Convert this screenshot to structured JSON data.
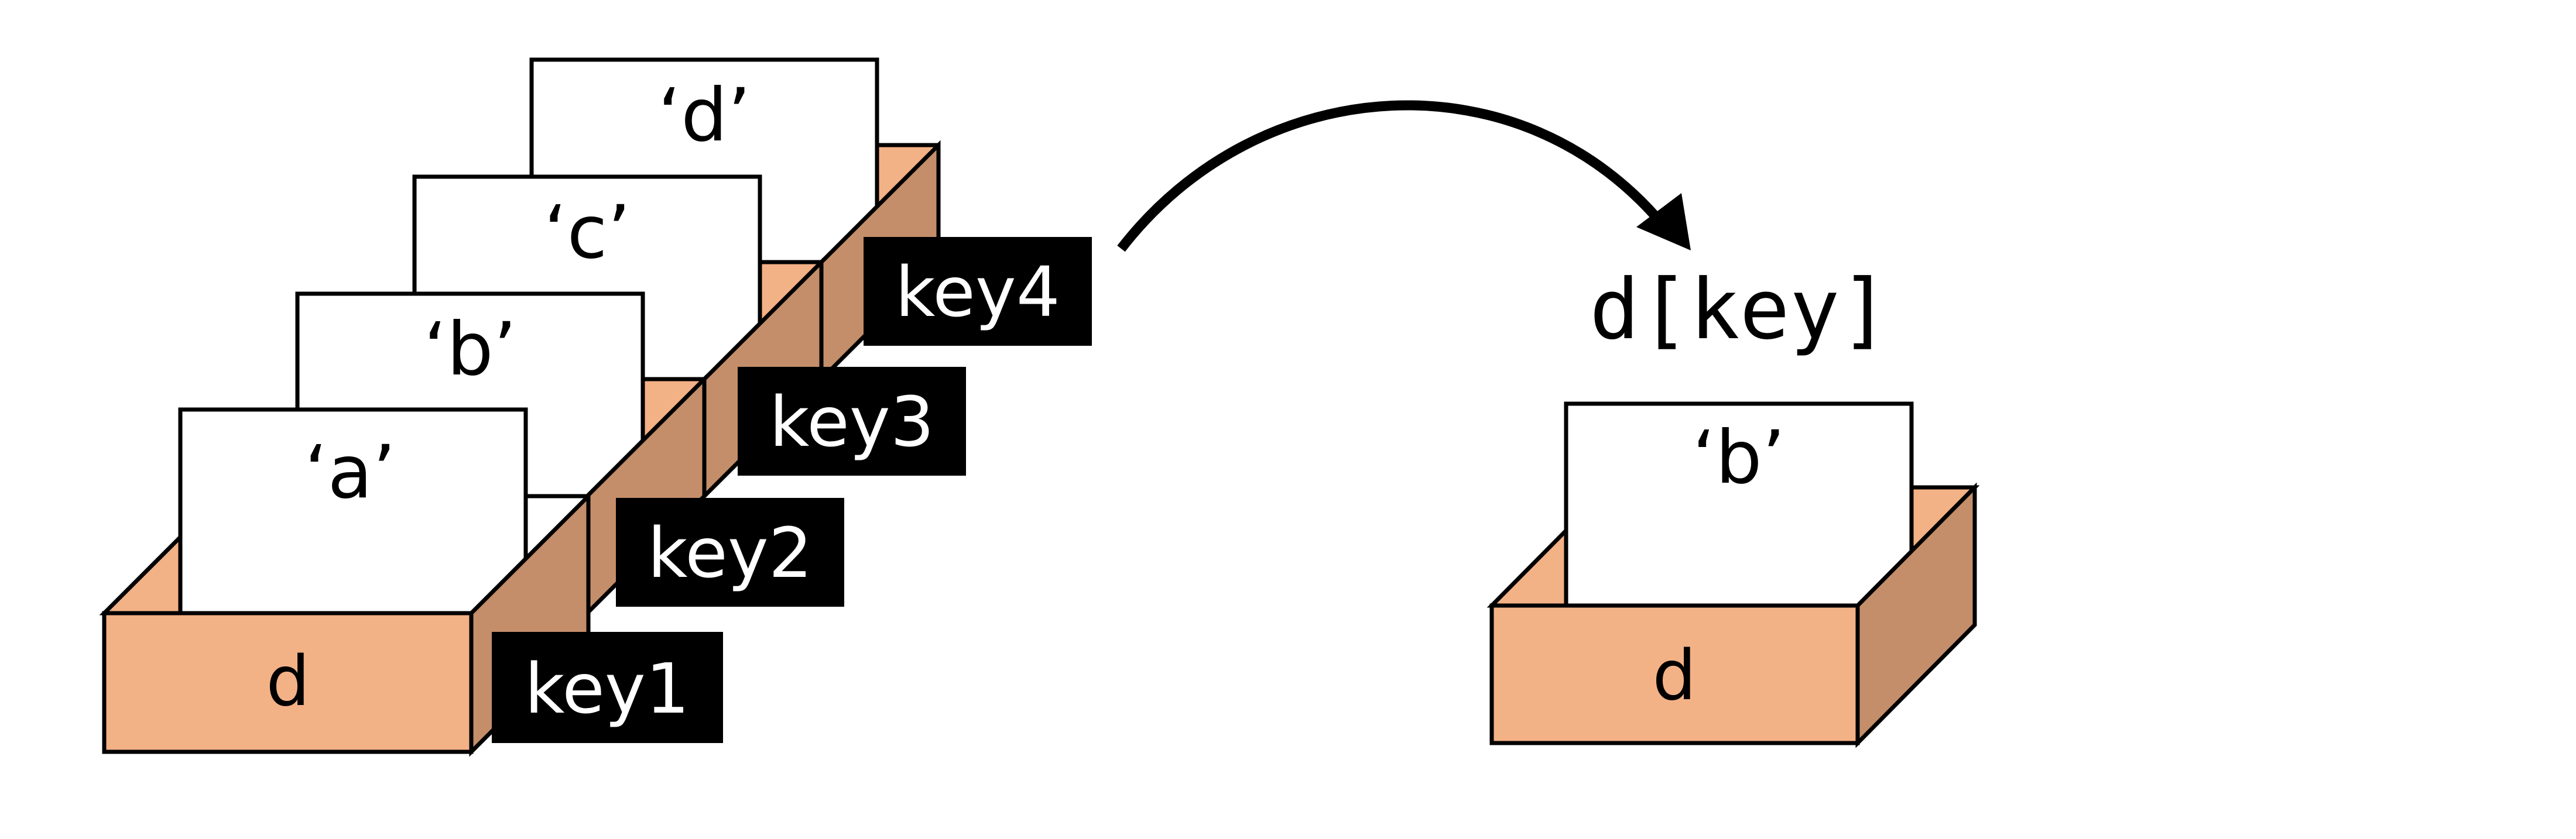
{
  "left_group": {
    "box_label": "d",
    "cards": [
      "‘a’",
      "‘b’",
      "‘c’",
      "‘d’"
    ],
    "keys": [
      "key1",
      "key2",
      "key3",
      "key4"
    ]
  },
  "arrow": {
    "expression": "d[key]"
  },
  "right_group": {
    "box_label": "d",
    "card": "‘b’"
  },
  "colors": {
    "box_front": "#f3b186",
    "box_side": "#c48e6a",
    "key_bg": "#000000",
    "key_text": "#ffffff",
    "card_bg": "#ffffff",
    "stroke": "#000000"
  }
}
